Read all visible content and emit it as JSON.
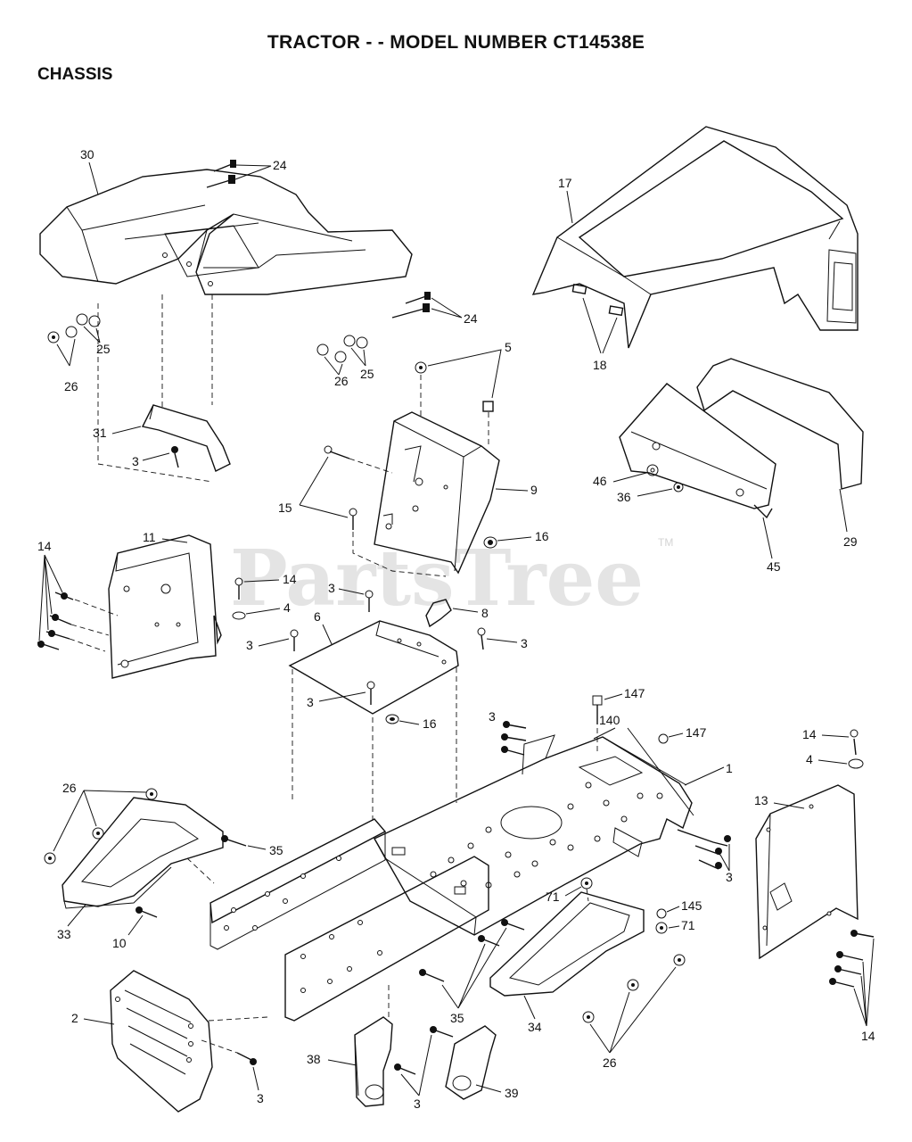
{
  "header": {
    "title": "TRACTOR - - MODEL NUMBER CT14538E",
    "section": "CHASSIS"
  },
  "watermark": {
    "text": "PartsTree",
    "tm": "TM"
  },
  "callouts": {
    "c30": "30",
    "c24a": "24",
    "c24b": "24",
    "c17": "17",
    "c18": "18",
    "c5": "5",
    "c25a": "25",
    "c26a": "26",
    "c25b": "25",
    "c26b": "26",
    "c31": "31",
    "c3a": "3",
    "c9": "9",
    "c15": "15",
    "c46": "46",
    "c36": "36",
    "c29": "29",
    "c45": "45",
    "c11": "11",
    "c14a": "14",
    "c14b": "14",
    "c16a": "16",
    "c3b": "3",
    "c4a": "4",
    "c8": "8",
    "c6": "6",
    "c3c": "3",
    "c3d": "3",
    "c3e": "3",
    "c16b": "16",
    "c147a": "147",
    "c140": "140",
    "c3f": "3",
    "c147b": "147",
    "c14c": "14",
    "c4b": "4",
    "c1": "1",
    "c26c": "26",
    "c13": "13",
    "c35a": "35",
    "c3g": "3",
    "c33": "33",
    "c10": "10",
    "c71a": "71",
    "c145": "145",
    "c71b": "71",
    "c2": "2",
    "c35b": "35",
    "c34": "34",
    "c26d": "26",
    "c14d": "14",
    "c38": "38",
    "c39": "39",
    "c3h": "3",
    "c3i": "3"
  }
}
